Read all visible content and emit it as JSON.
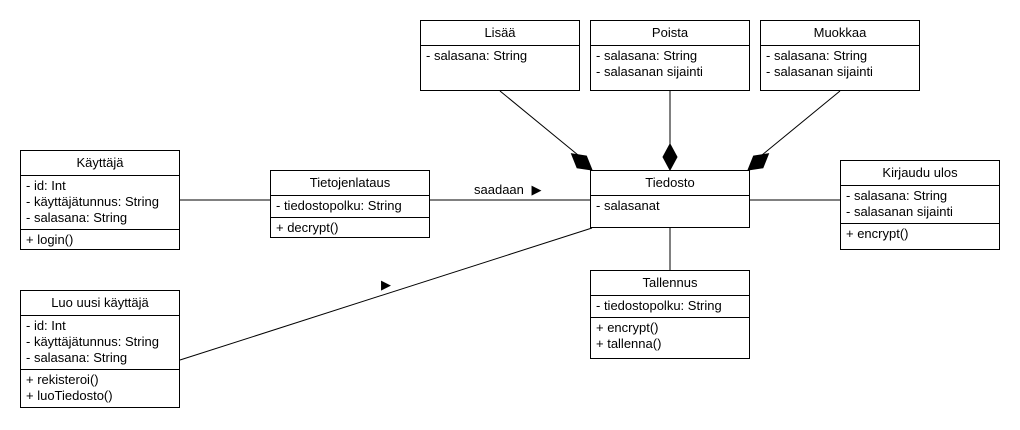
{
  "classes": {
    "kayttaja": {
      "name": "Käyttäjä",
      "attributes": [
        "- id: Int",
        "- käyttäjätunnus: String",
        "- salasana: String"
      ],
      "methods": [
        "+ login()"
      ]
    },
    "luo_uusi": {
      "name": "Luo uusi käyttäjä",
      "attributes": [
        "- id: Int",
        "- käyttäjätunnus: String",
        "- salasana: String"
      ],
      "methods": [
        "+ rekisteroi()",
        "+ luoTiedosto()"
      ]
    },
    "tietojenlataus": {
      "name": "Tietojenlataus",
      "attributes": [
        "- tiedostopolku: String"
      ],
      "methods": [
        "+ decrypt()"
      ]
    },
    "lisaa": {
      "name": "Lisää",
      "attributes": [
        "- salasana: String"
      ],
      "methods": []
    },
    "poista": {
      "name": "Poista",
      "attributes": [
        "- salasana: String",
        "- salasanan sijainti"
      ],
      "methods": []
    },
    "muokkaa": {
      "name": "Muokkaa",
      "attributes": [
        "- salasana: String",
        "- salasanan sijainti"
      ],
      "methods": []
    },
    "tiedosto": {
      "name": "Tiedosto",
      "attributes": [
        "- salasanat"
      ],
      "methods": []
    },
    "kirjaudu": {
      "name": "Kirjaudu ulos",
      "attributes": [
        "- salasana: String",
        "- salasanan sijainti"
      ],
      "methods": [
        "+ encrypt()"
      ]
    },
    "tallennus": {
      "name": "Tallennus",
      "attributes": [
        "- tiedostopolku: String"
      ],
      "methods": [
        "+ encrypt()",
        "+ tallenna()"
      ]
    }
  },
  "relations": {
    "saadaan_label": "saadaan",
    "direction_glyph": "▶"
  }
}
